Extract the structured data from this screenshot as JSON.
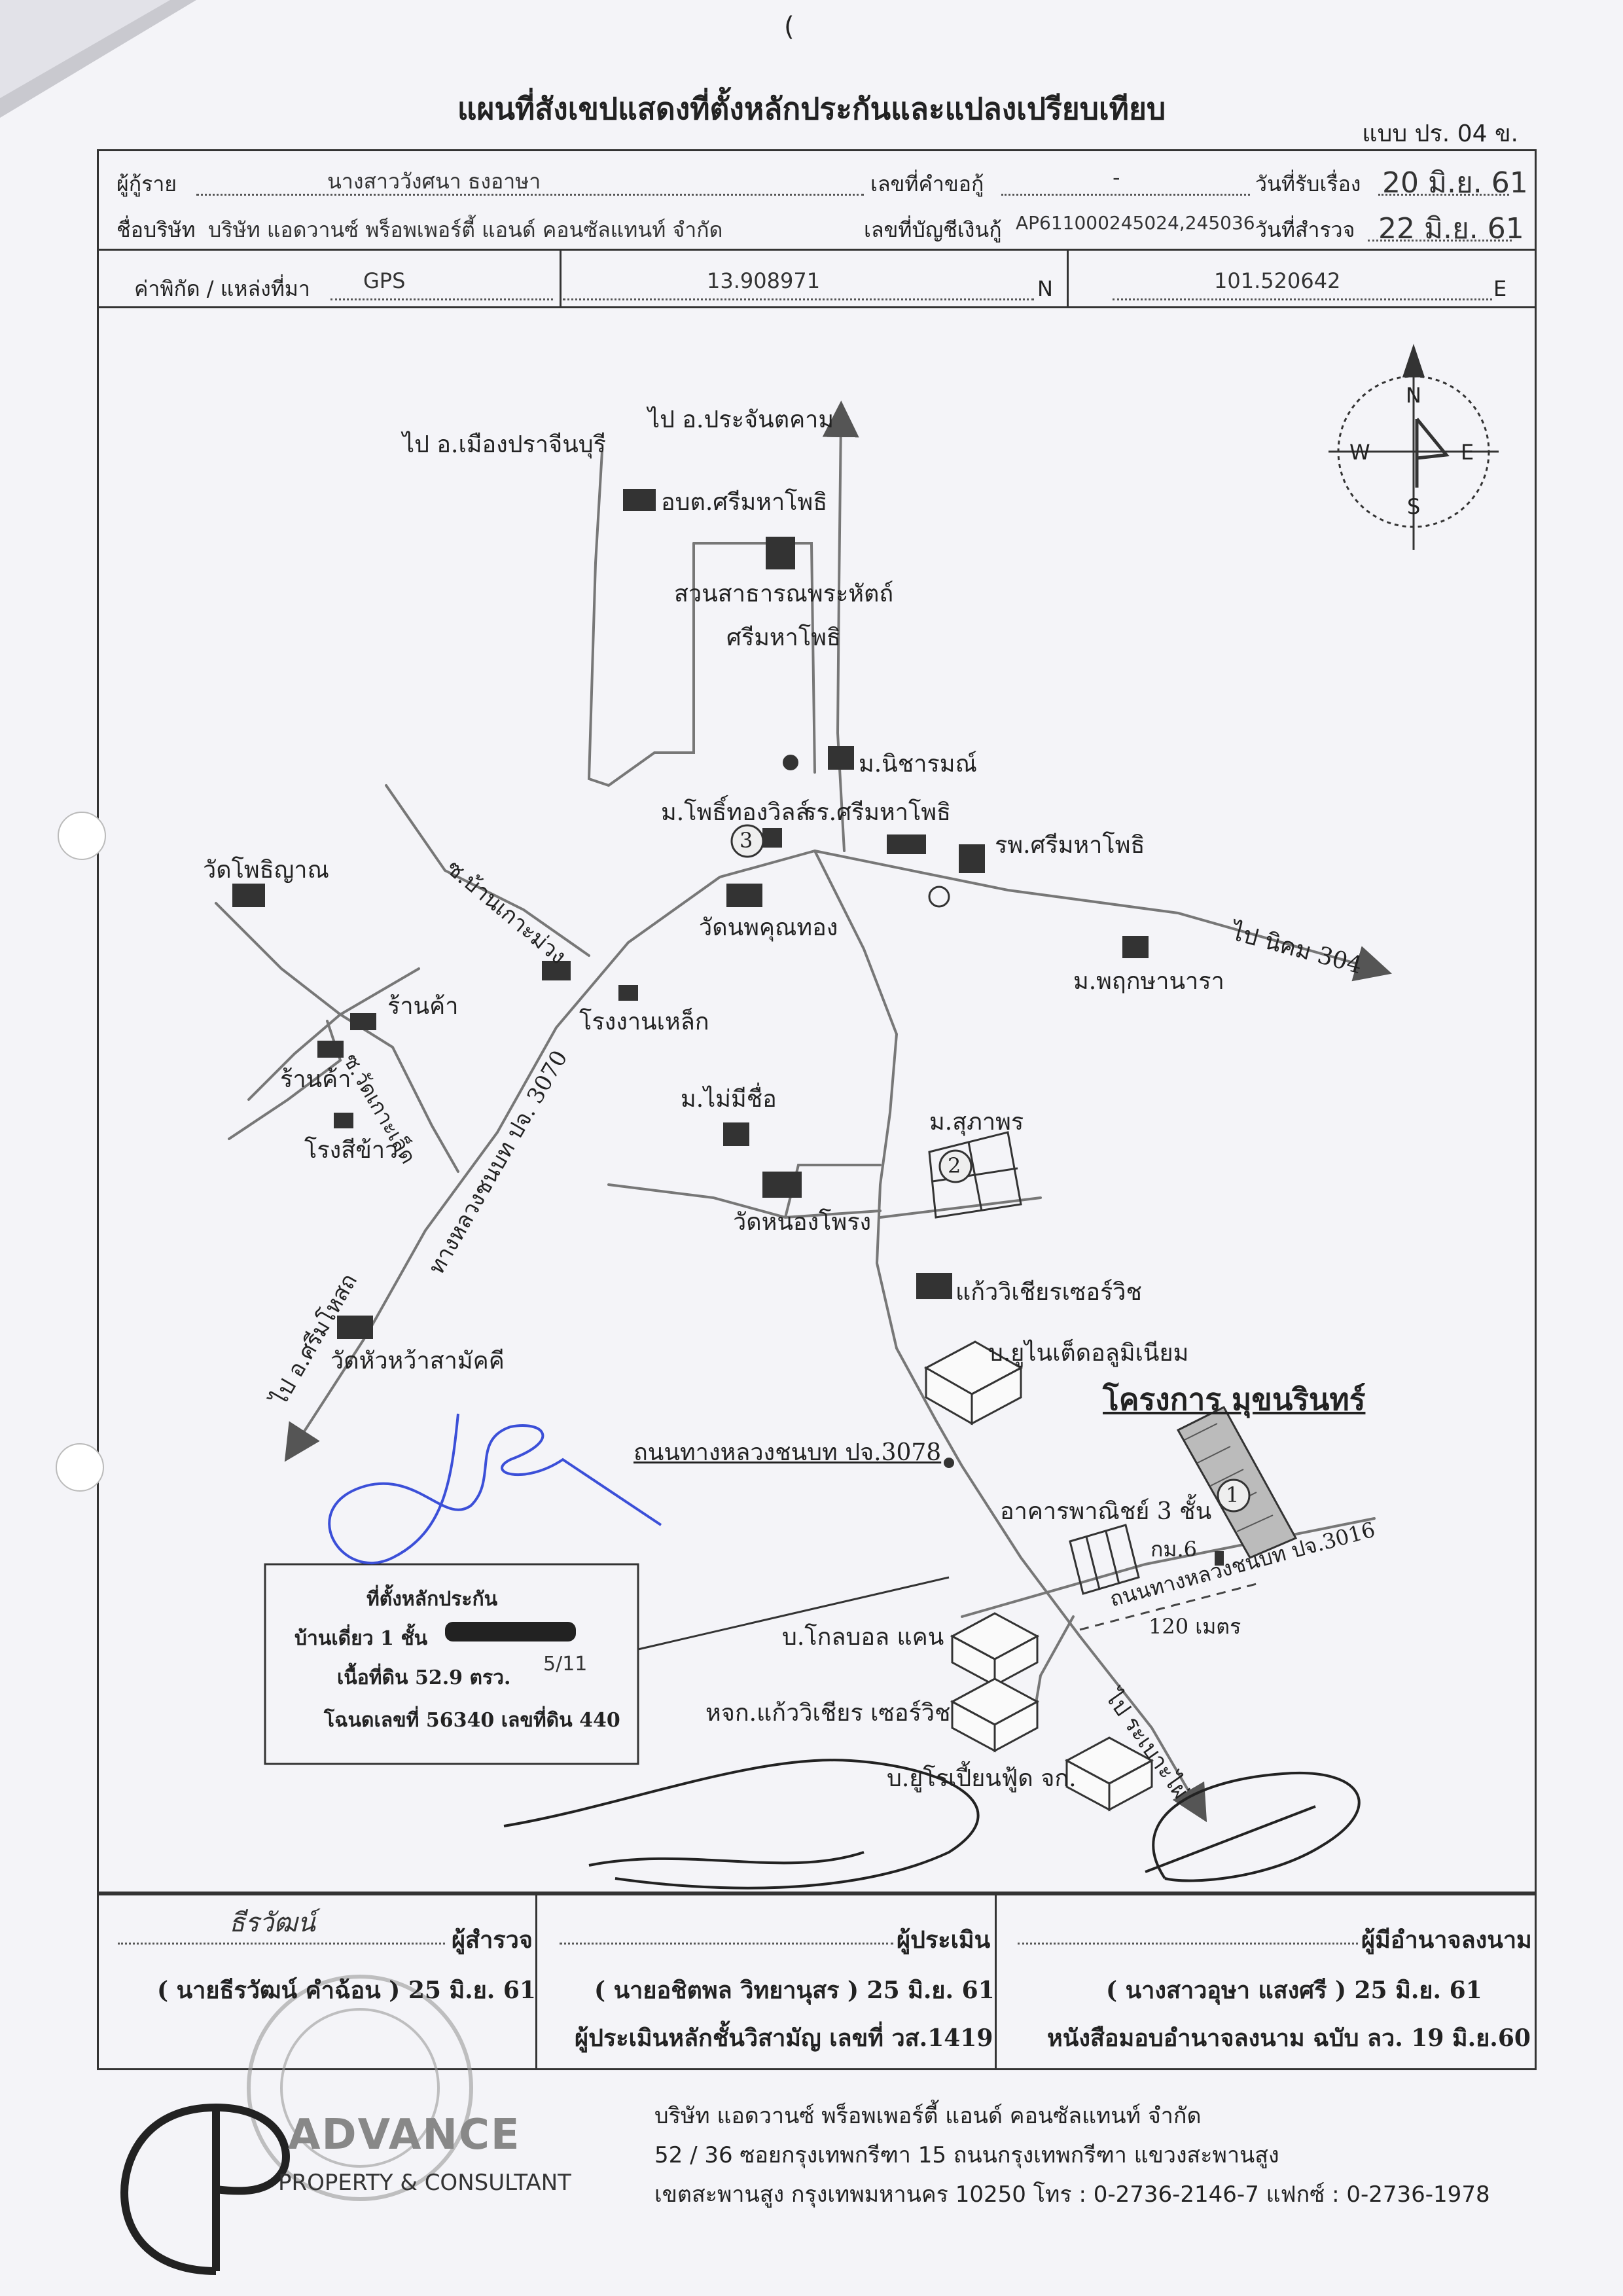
{
  "header": {
    "title": "แผนที่สังเขปแสดงที่ตั้งหลักประกันและแปลงเปรียบเทียบ",
    "form_code": "แบบ ปร. 04 ข.",
    "top_mark": "("
  },
  "info": {
    "applicant_label": "ผู้กู้ราย",
    "applicant_value": "นางสาววังศนา  ธงอาษา",
    "request_no_label": "เลขที่คำขอกู้",
    "request_no_value": "-",
    "received_date_label": "วันที่รับเรื่อง",
    "received_date_value": "20 มิ.ย. 61",
    "company_label": "ชื่อบริษัท",
    "company_value": "บริษัท แอดวานซ์ พร็อพเพอร์ตี้ แอนด์ คอนซัลแทนท์  จำกัด",
    "account_label": "เลขที่บัญชีเงินกู้",
    "account_value": "AP611000245024,245036",
    "survey_date_label": "วันที่สำรวจ",
    "survey_date_value": "22 มิ.ย. 61",
    "coord_label": "ค่าพิกัด / แหล่งที่มา",
    "coord_source": "GPS",
    "lat": "13.908971",
    "lat_unit": "N",
    "lon": "101.520642",
    "lon_unit": "E"
  },
  "map": {
    "labels": {
      "to_prachinburi": "ไป อ.เมืองปราจีนบุรี",
      "to_prachantakham": "ไป อ.ประจันตคาม",
      "obt": "อบต.ศรีมหาโพธิ",
      "park_1": "สวนสาธารณพระหัตถ์",
      "park_2": "ศรีมหาโพธิ",
      "nicharom": "ม.นิชารมณ์",
      "pho_thong_ville": "ม.โพธิ์ทองวิลล์",
      "school": "รร.ศรีมหาโพธิ",
      "hospital": "รพ.ศรีมหาโพธิ",
      "wat_phothiyan": "วัดโพธิญาณ",
      "soi_ban_ko_muang": "ซ.บ้านเกาะม่วง",
      "wat_phukhunthong": "วัดนพคุณทอง",
      "to_nikhom_304": "ไป นิคม 304",
      "phruksa_nara": "ม.พฤกษานารา",
      "shop_1": "ร้านค้า",
      "shop_2": "ร้านค้า",
      "soi_wat_ko_lo": "ซ.วัดเกาะเล็ด",
      "steel_factory": "โรงงานเหล็ก",
      "rice_mill": "โรงสีข้าว",
      "road_3070": "ทางหลวงชนบท ปจ. 3070",
      "mai_mi_chue": "ม.ไม่มีชื่อ",
      "suphaphon": "ม.สุภาพร",
      "wat_nong_phrong": "วัดหนองโพรง",
      "kaew_wichian": "แก้ววิเชียรเซอร์วิช",
      "united_aluminium": "บ.ยูไนเต็ดอลูมิเนียม",
      "to_si_maha_phot": "ไป อ.ศรีมโหสถ",
      "wat_hua_wa": "วัดหัวหว้าสามัคคี",
      "project": "โครงการ มุขนรินทร์",
      "road_3078": "ถนนทางหลวงชนบท ปจ.3078",
      "commercial": "อาคารพาณิชย์ 3 ชั้น",
      "km6": "กม.6",
      "road_3016": "ถนนทางหลวงชนบท ปจ.3016",
      "distance": "120 เมตร",
      "global_can": "บ.โกลบอล แคน",
      "kaew_wichian_ltd": "หจก.แก้ววิเชียร เซอร์วิช",
      "euro_food": "บ.ยูโรเปี้ยนฟู้ด จก.",
      "to_rabaeng": "ไป ระเบาะไผ่",
      "marker_1": "1",
      "marker_2": "2",
      "marker_3": "3"
    },
    "compass": {
      "n": "N",
      "s": "S",
      "e": "E",
      "w": "W"
    },
    "collateral_box": {
      "title": "ที่ตั้งหลักประกัน",
      "line1": "บ้านเดี่ยว 1 ชั้น",
      "handnote": "5/11",
      "line2": "เนื้อที่ดิน 52.9 ตรว.",
      "line3": "โฉนดเลขที่ 56340 เลขที่ดิน 440"
    }
  },
  "signatures": {
    "surveyor_label": "ผู้สำรวจ",
    "surveyor_name": "( นายธีรวัฒน์ คำฉ้อน ) 25 มิ.ย. 61",
    "surveyor_handwriting": "ธีรวัฒน์",
    "appraiser_label": "ผู้ประเมิน",
    "appraiser_name": "( นายอชิตพล วิทยานุสร )  25 มิ.ย. 61",
    "appraiser_license": "ผู้ประเมินหลักชั้นวิสามัญ เลขที่ วส.1419",
    "authorized_label": "ผู้มีอำนาจลงนาม",
    "authorized_name": "( นางสาวอุษา แสงศรี )  25 มิ.ย. 61",
    "authorized_doc": "หนังสือมอบอำนาจลงนาม ฉบับ ลว. 19 มิ.ย.60"
  },
  "footer": {
    "brand": "ADVANCE",
    "brand_sub": "PROPERTY & CONSULTANT",
    "company": "บริษัท  แอดวานซ์ พร็อพเพอร์ตี้ แอนด์ คอนซัลแทนท์  จำกัด",
    "address1": "52 / 36 ซอยกรุงเทพกรีฑา 15 ถนนกรุงเทพกรีฑา แขวงสะพานสูง",
    "address2": "เขตสะพานสูง กรุงเทพมหานคร  10250  โทร :  0-2736-2146-7    แฟกซ์ : 0-2736-1978"
  },
  "colors": {
    "ink": "#222222",
    "signature_blue": "#3b4fd8",
    "paper": "#f4f4f8"
  }
}
